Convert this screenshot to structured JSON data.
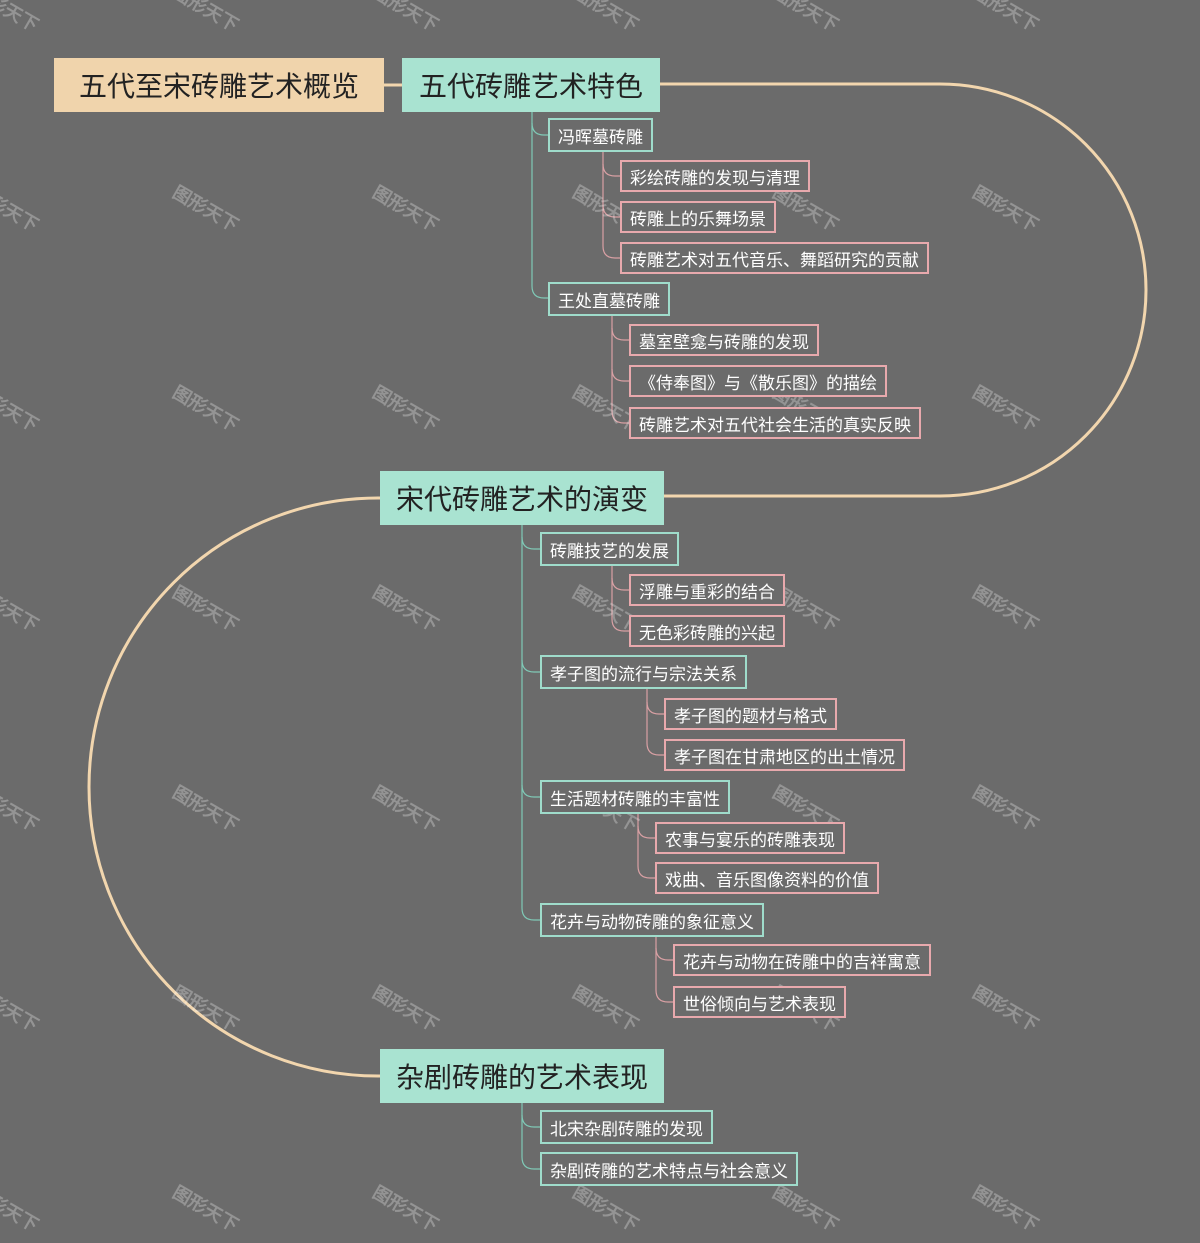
{
  "root": "五代至宋砖雕艺术概览",
  "watermark": "图形天下",
  "sections": [
    {
      "title": "五代砖雕艺术特色",
      "children": [
        {
          "label": "冯晖墓砖雕",
          "children": [
            "彩绘砖雕的发现与清理",
            "砖雕上的乐舞场景",
            "砖雕艺术对五代音乐、舞蹈研究的贡献"
          ]
        },
        {
          "label": "王处直墓砖雕",
          "children": [
            "墓室壁龛与砖雕的发现",
            "《侍奉图》与《散乐图》的描绘",
            "砖雕艺术对五代社会生活的真实反映"
          ]
        }
      ]
    },
    {
      "title": "宋代砖雕艺术的演变",
      "children": [
        {
          "label": "砖雕技艺的发展",
          "children": [
            "浮雕与重彩的结合",
            "无色彩砖雕的兴起"
          ]
        },
        {
          "label": "孝子图的流行与宗法关系",
          "children": [
            "孝子图的题材与格式",
            "孝子图在甘肃地区的出土情况"
          ]
        },
        {
          "label": "生活题材砖雕的丰富性",
          "children": [
            "农事与宴乐的砖雕表现",
            "戏曲、音乐图像资料的价值"
          ]
        },
        {
          "label": "花卉与动物砖雕的象征意义",
          "children": [
            "花卉与动物在砖雕中的吉祥寓意",
            "世俗倾向与艺术表现"
          ]
        }
      ]
    },
    {
      "title": "杂剧砖雕的艺术表现",
      "children": [
        {
          "label": "北宋杂剧砖雕的发现",
          "children": []
        },
        {
          "label": "杂剧砖雕的艺术特点与社会意义",
          "children": []
        }
      ]
    }
  ],
  "colors": {
    "background": "#6b6b6b",
    "root_fill": "#f0d4ac",
    "section_fill": "#a9e3d1",
    "sub_border": "#9fdccb",
    "leaf_border": "#e8a9ad",
    "curve": "#f2d6ae",
    "teal_line": "#7fc9b6",
    "pink_line": "#d9a0a4"
  }
}
